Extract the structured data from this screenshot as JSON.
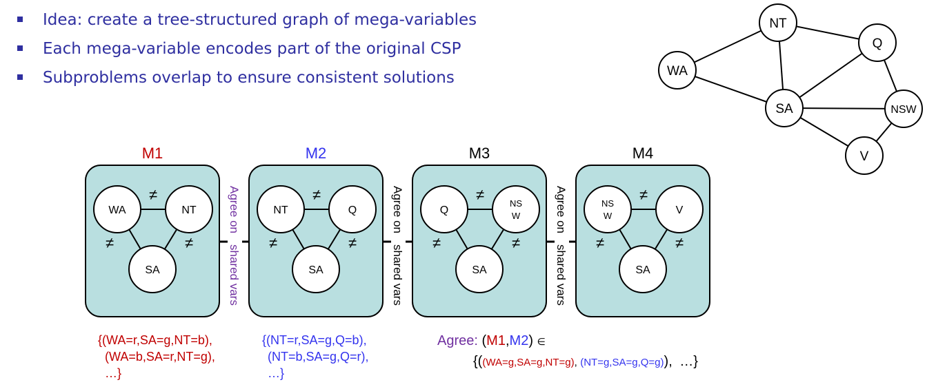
{
  "bullets": [
    "Idea: create a tree-structured graph of mega-variables",
    "Each mega-variable encodes part of the original CSP",
    "Subproblems overlap to ensure consistent solutions"
  ],
  "map_graph": {
    "nodes": [
      "WA",
      "NT",
      "Q",
      "SA",
      "NSW",
      "V"
    ]
  },
  "megavars": [
    {
      "title": "M1",
      "color": "#c00000",
      "top_left": "WA",
      "top_right": "NT",
      "bottom": "SA"
    },
    {
      "title": "M2",
      "color": "#3333ee",
      "top_left": "NT",
      "top_right": "Q",
      "bottom": "SA"
    },
    {
      "title": "M3",
      "color": "#000000",
      "top_left": "Q",
      "top_right": [
        "NS",
        "W"
      ],
      "bottom": "SA"
    },
    {
      "title": "M4",
      "color": "#000000",
      "top_left": [
        "NS",
        "W"
      ],
      "top_right": "V",
      "bottom": "SA"
    }
  ],
  "neq_symbol": "≠",
  "connector_label": {
    "line1": "Agree on",
    "line2": "shared vars",
    "m1_m2_color": "#7030a0"
  },
  "m1_domain": {
    "lines": [
      "{(WA=r,SA=g,NT=b),",
      "(WA=b,SA=r,NT=g),",
      "…}"
    ],
    "color": "#c00000"
  },
  "m2_domain": {
    "lines": [
      "{(NT=r,SA=g,Q=b),",
      "(NT=b,SA=g,Q=r),",
      "…}"
    ],
    "color": "#3333ee"
  },
  "agree": {
    "label": "Agree:",
    "open": "(",
    "m1": "M1",
    "comma": ",",
    "m2": "M2",
    "close": ")",
    "element_of": "∈",
    "set_open": "{(",
    "tuple1": "(WA=g,SA=g,NT=g)",
    "sep": ",",
    "tuple2": "(NT=g,SA=g,Q=g)",
    "set_close": "),",
    "ellipsis": "…}",
    "label_color": "#7030a0"
  },
  "colors": {
    "box_fill": "#b9dfe0",
    "node_fill": "#ffffff",
    "stroke": "#000000",
    "text_blue": "#2f2fa0"
  }
}
